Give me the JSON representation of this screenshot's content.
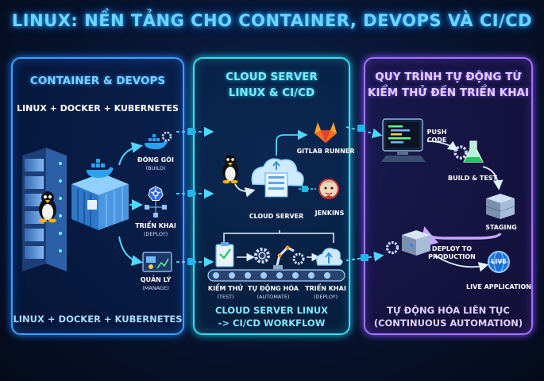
{
  "title": "LINUX: NỀN TẢNG CHO CONTAINER, DEVOPS VÀ CI/CD",
  "left": {
    "heading": "CONTAINER & DEVOPS",
    "subheading": "LINUX + DOCKER + KUBERNETES",
    "steps": [
      {
        "label": "ĐÓNG GÓI",
        "sub": "(BUILD)"
      },
      {
        "label": "TRIỂN KHAI",
        "sub": "(DEPLOY)"
      },
      {
        "label": "QUẢN LÝ",
        "sub": "(MANAGE)"
      }
    ],
    "footer": "LINUX + DOCKER + KUBERNETES"
  },
  "middle": {
    "heading_line1": "CLOUD SERVER",
    "heading_line2": "LINUX & CI/CD",
    "gitlab": "GITLAB RUNNER",
    "cloud": "CLOUD SERVER",
    "jenkins": "JENKINS",
    "pipeline": [
      {
        "label": "KIỂM THỬ",
        "sub": "(TEST)"
      },
      {
        "label": "TỰ ĐỘNG HÓA",
        "sub": "(AUTOMATE)"
      },
      {
        "label": "TRIỂN KHAI",
        "sub": "(DEPLOY)"
      }
    ],
    "footer_line1": "CLOUD SERVER LINUX",
    "footer_line2": "-> CI/CD WORKFLOW"
  },
  "right": {
    "heading_line1": "QUY TRÌNH TỰ ĐỘNG TỪ",
    "heading_line2": "KIỂM THỬ ĐẾN TRIỂN KHAI",
    "push_line1": "PUSH",
    "push_line2": "CODE",
    "build_test": "BUILD & TEST",
    "staging": "STAGING",
    "deploy_line1": "DEPLOY TO",
    "deploy_line2": "PRODUCTION",
    "live_badge": "LIVE",
    "live_app": "LIVE APPLICATION",
    "footer_line1": "TỰ ĐỘNG HÓA LIÊN TỤC",
    "footer_line2": "(CONTINUOUS AUTOMATION)"
  },
  "colors": {
    "left_accent": "#3aa3ff",
    "middle_accent": "#36e0f0",
    "right_accent": "#a374ff",
    "arrow": "#4fd8ff"
  }
}
